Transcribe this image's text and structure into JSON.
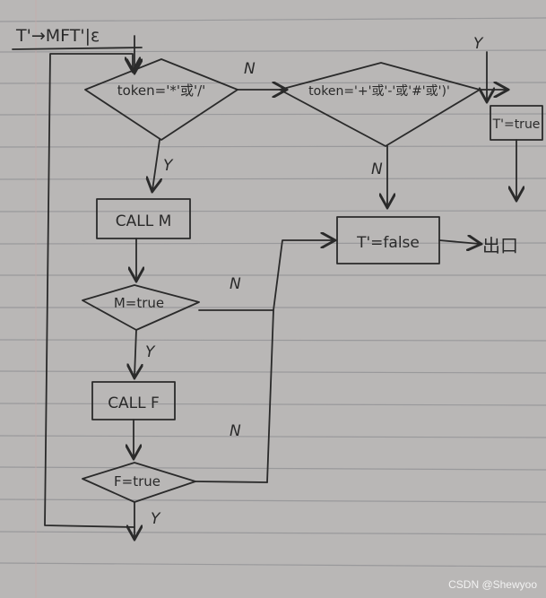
{
  "diagram": {
    "title": "T'→MFT'|ε",
    "nodes": {
      "d1": "token='*'或'/'",
      "d2": "token='+'或'-'或'#'或')'",
      "call_m": "CALL M",
      "d3": "M=true",
      "call_f": "CALL F",
      "d4": "F=true",
      "t_true": "T'=true",
      "t_false": "T'=false",
      "exit": "出口"
    },
    "edge_labels": {
      "d1_no": "N",
      "d1_yes": "Y",
      "d2_yes": "Y",
      "d2_no": "N",
      "d3_no": "N",
      "d3_yes": "Y",
      "d4_no": "N",
      "d4_yes": "Y"
    }
  },
  "watermark": "CSDN @Shewyoo",
  "colors": {
    "paper": "#b9b7b6",
    "ink": "#2a2a2a",
    "rule": "#8f8f93",
    "margin": "#c7a9a9"
  }
}
